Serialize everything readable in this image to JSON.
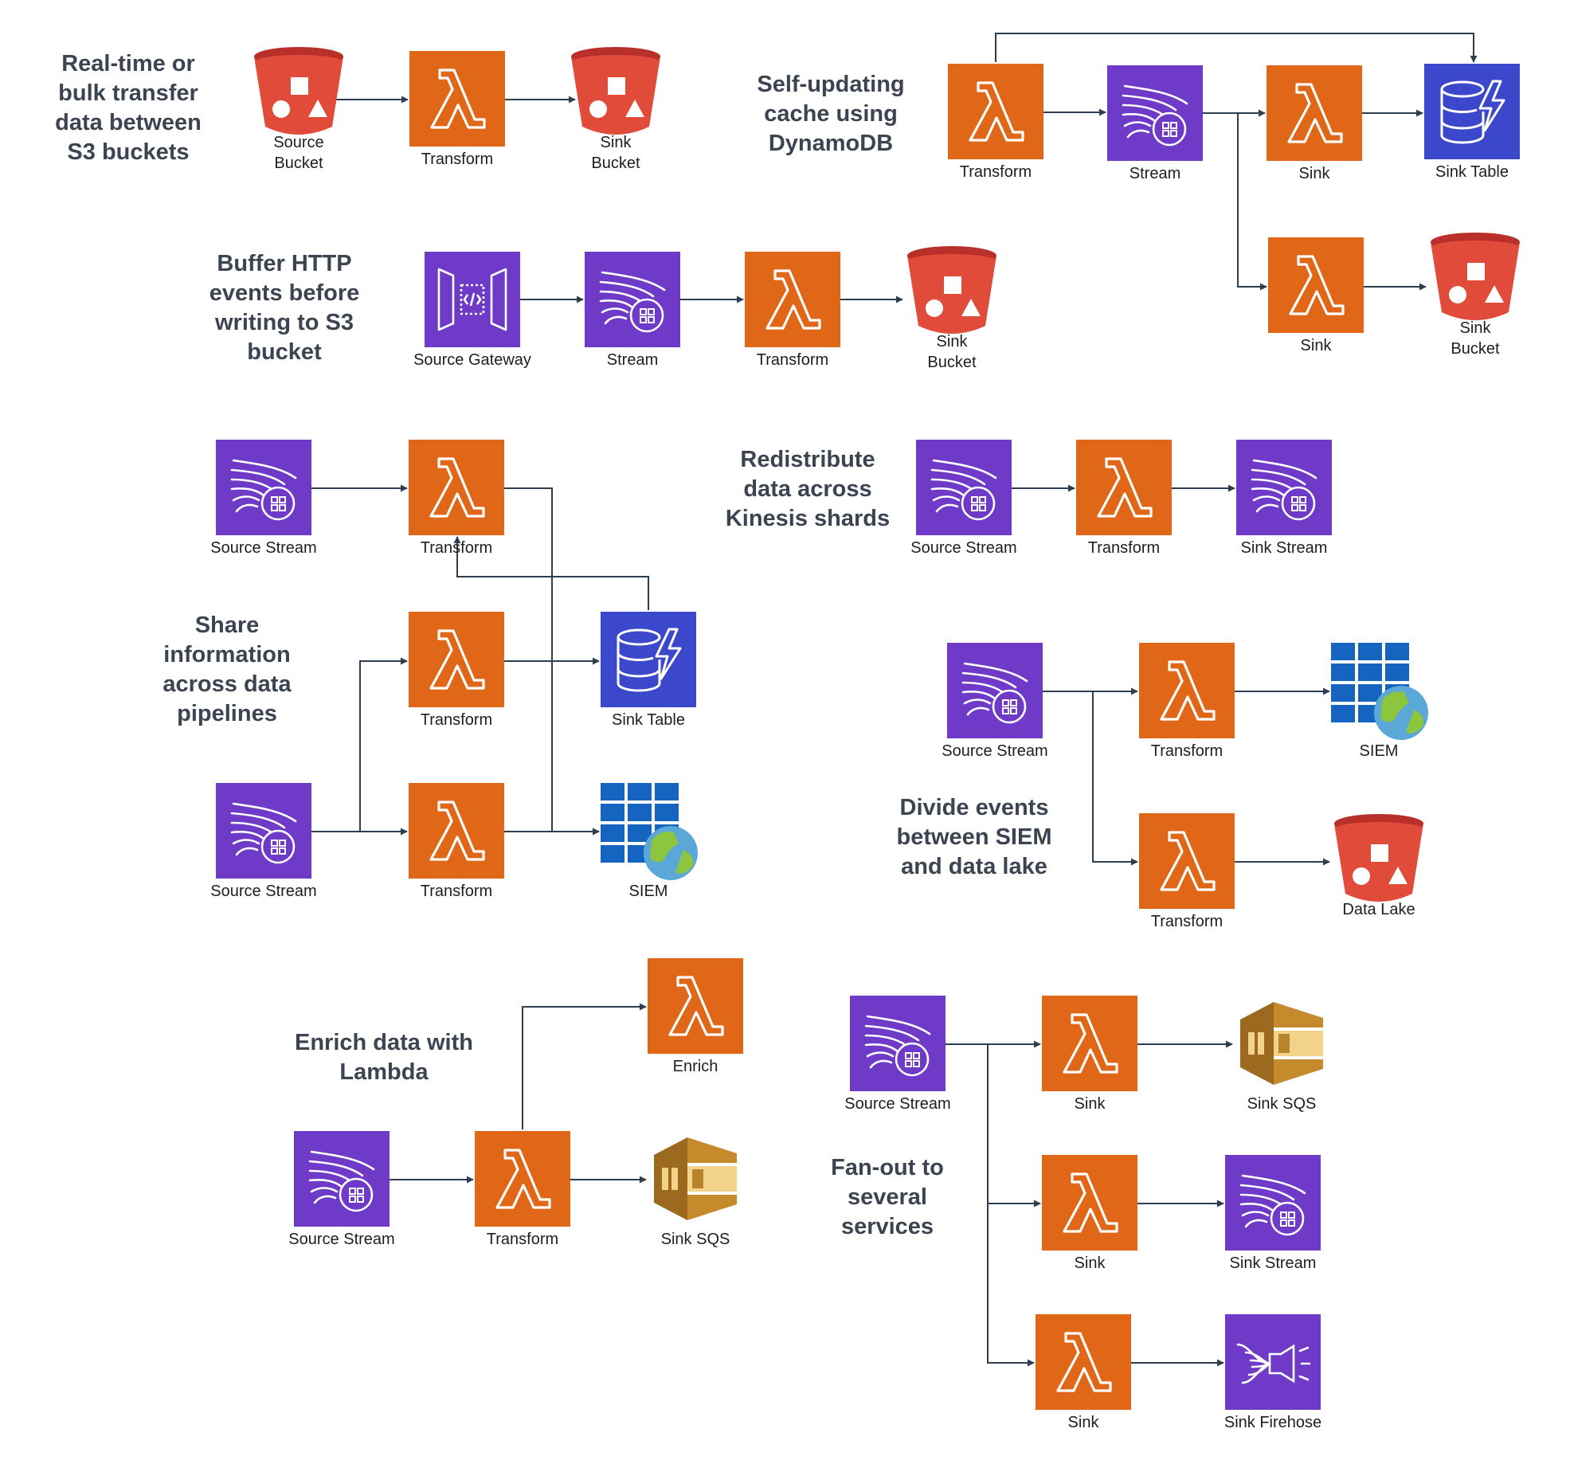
{
  "colors": {
    "lambda": "#E06717",
    "kinesis": "#6E3AC7",
    "dynamodb": "#3C48CC",
    "s3": "#E04B3A",
    "s3_rim": "#B9302A",
    "siem_grid": "#1565C0",
    "sqs": "#C48A2B",
    "title": "#3C4452",
    "edge": "#2C3E50"
  },
  "sections": [
    {
      "id": "s3-transfer",
      "title_lines": [
        "Real-time or",
        "bulk transfer",
        "data between",
        "S3 buckets"
      ]
    },
    {
      "id": "dynamo-cache",
      "title_lines": [
        "Self-updating",
        "cache using",
        "DynamoDB"
      ]
    },
    {
      "id": "buffer-http",
      "title_lines": [
        "Buffer HTTP",
        "events before",
        "writing to S3",
        "bucket"
      ]
    },
    {
      "id": "redistribute",
      "title_lines": [
        "Redistribute",
        "data across",
        "Kinesis shards"
      ]
    },
    {
      "id": "share-info",
      "title_lines": [
        "Share",
        "information",
        "across data",
        "pipelines"
      ]
    },
    {
      "id": "divide-events",
      "title_lines": [
        "Divide events",
        "between SIEM",
        "and data lake"
      ]
    },
    {
      "id": "enrich",
      "title_lines": [
        "Enrich data with",
        "Lambda"
      ]
    },
    {
      "id": "fanout",
      "title_lines": [
        "Fan-out to",
        "several",
        "services"
      ]
    }
  ],
  "nodes": [
    {
      "id": "n1",
      "kind": "s3",
      "label_lines": [
        "Source",
        "Bucket"
      ]
    },
    {
      "id": "n2",
      "kind": "lambda",
      "label_lines": [
        "Transform"
      ]
    },
    {
      "id": "n3",
      "kind": "s3",
      "label_lines": [
        "Sink",
        "Bucket"
      ]
    },
    {
      "id": "n4",
      "kind": "lambda",
      "label_lines": [
        "Transform"
      ]
    },
    {
      "id": "n5",
      "kind": "kinesis",
      "label_lines": [
        "Stream"
      ]
    },
    {
      "id": "n6",
      "kind": "lambda",
      "label_lines": [
        "Sink"
      ]
    },
    {
      "id": "n7",
      "kind": "dynamodb",
      "label_lines": [
        "Sink Table"
      ]
    },
    {
      "id": "n8",
      "kind": "lambda",
      "label_lines": [
        "Sink"
      ]
    },
    {
      "id": "n9",
      "kind": "s3",
      "label_lines": [
        "Sink",
        "Bucket"
      ]
    },
    {
      "id": "n10",
      "kind": "apigw",
      "label_lines": [
        "Source Gateway"
      ]
    },
    {
      "id": "n11",
      "kind": "kinesis",
      "label_lines": [
        "Stream"
      ]
    },
    {
      "id": "n12",
      "kind": "lambda",
      "label_lines": [
        "Transform"
      ]
    },
    {
      "id": "n13",
      "kind": "s3",
      "label_lines": [
        "Sink",
        "Bucket"
      ]
    },
    {
      "id": "n14",
      "kind": "kinesis",
      "label_lines": [
        "Source Stream"
      ]
    },
    {
      "id": "n15",
      "kind": "lambda",
      "label_lines": [
        "Transform"
      ]
    },
    {
      "id": "n16",
      "kind": "kinesis",
      "label_lines": [
        "Sink Stream"
      ]
    },
    {
      "id": "n17",
      "kind": "kinesis",
      "label_lines": [
        "Source Stream"
      ]
    },
    {
      "id": "n18",
      "kind": "lambda",
      "label_lines": [
        "Transform"
      ]
    },
    {
      "id": "n19",
      "kind": "lambda",
      "label_lines": [
        "Transform"
      ]
    },
    {
      "id": "n20",
      "kind": "dynamodb",
      "label_lines": [
        "Sink Table"
      ]
    },
    {
      "id": "n21",
      "kind": "kinesis",
      "label_lines": [
        "Source Stream"
      ]
    },
    {
      "id": "n22",
      "kind": "lambda",
      "label_lines": [
        "Transform"
      ]
    },
    {
      "id": "n23",
      "kind": "siem",
      "label_lines": [
        "SIEM"
      ]
    },
    {
      "id": "n24",
      "kind": "kinesis",
      "label_lines": [
        "Source Stream"
      ]
    },
    {
      "id": "n25",
      "kind": "lambda",
      "label_lines": [
        "Transform"
      ]
    },
    {
      "id": "n26",
      "kind": "siem",
      "label_lines": [
        "SIEM"
      ]
    },
    {
      "id": "n27",
      "kind": "lambda",
      "label_lines": [
        "Transform"
      ]
    },
    {
      "id": "n28",
      "kind": "s3",
      "label_lines": [
        "Data Lake"
      ]
    },
    {
      "id": "n29",
      "kind": "lambda",
      "label_lines": [
        "Enrich"
      ]
    },
    {
      "id": "n30",
      "kind": "kinesis",
      "label_lines": [
        "Source Stream"
      ]
    },
    {
      "id": "n31",
      "kind": "lambda",
      "label_lines": [
        "Transform"
      ]
    },
    {
      "id": "n32",
      "kind": "sqs",
      "label_lines": [
        "Sink SQS"
      ]
    },
    {
      "id": "n33",
      "kind": "kinesis",
      "label_lines": [
        "Source Stream"
      ]
    },
    {
      "id": "n34",
      "kind": "lambda",
      "label_lines": [
        "Sink"
      ]
    },
    {
      "id": "n35",
      "kind": "sqs",
      "label_lines": [
        "Sink SQS"
      ]
    },
    {
      "id": "n36",
      "kind": "lambda",
      "label_lines": [
        "Sink"
      ]
    },
    {
      "id": "n37",
      "kind": "kinesis",
      "label_lines": [
        "Sink Stream"
      ]
    },
    {
      "id": "n38",
      "kind": "lambda",
      "label_lines": [
        "Sink"
      ]
    },
    {
      "id": "n39",
      "kind": "firehose",
      "label_lines": [
        "Sink Firehose"
      ]
    }
  ],
  "edges": [
    {
      "from": "n1",
      "to": "n2"
    },
    {
      "from": "n2",
      "to": "n3"
    },
    {
      "from": "n4",
      "to": "n5"
    },
    {
      "from": "n5",
      "to": "n6"
    },
    {
      "from": "n6",
      "to": "n7"
    },
    {
      "from": "n5",
      "to": "n8"
    },
    {
      "from": "n8",
      "to": "n9"
    },
    {
      "from": "n4",
      "to": "n7"
    },
    {
      "from": "n10",
      "to": "n11"
    },
    {
      "from": "n11",
      "to": "n12"
    },
    {
      "from": "n12",
      "to": "n13"
    },
    {
      "from": "n14",
      "to": "n15"
    },
    {
      "from": "n15",
      "to": "n16"
    },
    {
      "from": "n17",
      "to": "n18"
    },
    {
      "from": "n18",
      "to": "n23"
    },
    {
      "from": "n20",
      "to": "n18"
    },
    {
      "from": "n21",
      "to": "n19"
    },
    {
      "from": "n21",
      "to": "n22"
    },
    {
      "from": "n19",
      "to": "n20"
    },
    {
      "from": "n22",
      "to": "n23"
    },
    {
      "from": "n24",
      "to": "n25"
    },
    {
      "from": "n25",
      "to": "n26"
    },
    {
      "from": "n24",
      "to": "n27"
    },
    {
      "from": "n27",
      "to": "n28"
    },
    {
      "from": "n31",
      "to": "n29"
    },
    {
      "from": "n30",
      "to": "n31"
    },
    {
      "from": "n31",
      "to": "n32"
    },
    {
      "from": "n33",
      "to": "n34"
    },
    {
      "from": "n34",
      "to": "n35"
    },
    {
      "from": "n33",
      "to": "n36"
    },
    {
      "from": "n36",
      "to": "n37"
    },
    {
      "from": "n33",
      "to": "n38"
    },
    {
      "from": "n38",
      "to": "n39"
    }
  ]
}
